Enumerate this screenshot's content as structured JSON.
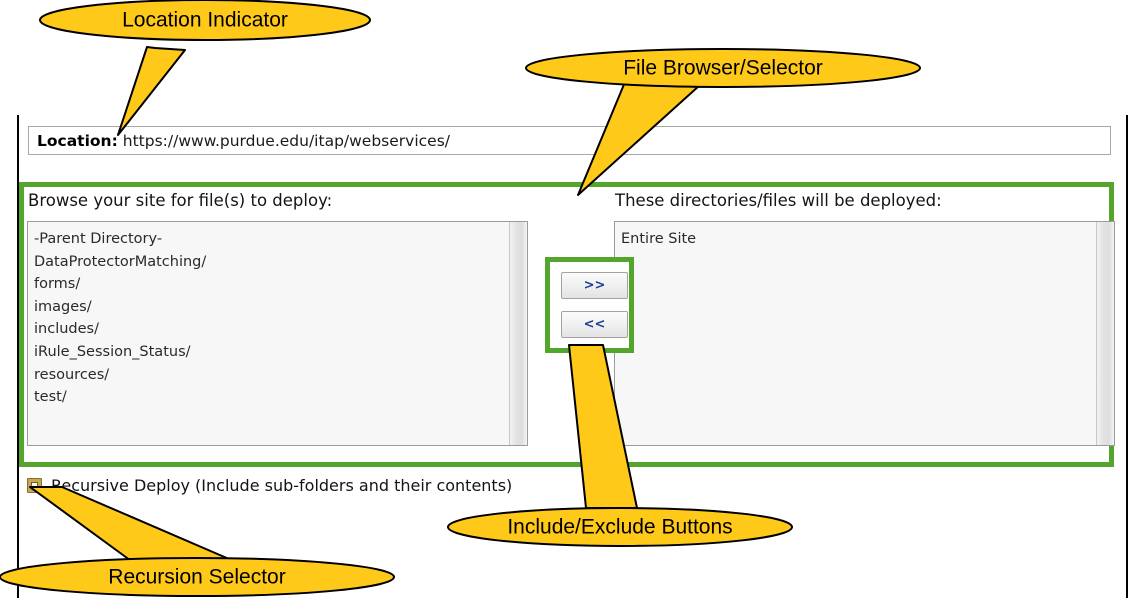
{
  "window": {
    "location": {
      "label": "Location:",
      "value": "https://www.purdue.edu/itap/webservices/"
    },
    "left_panel": {
      "heading": "Browse your site for file(s) to deploy:",
      "items": [
        "-Parent Directory-",
        "DataProtectorMatching/",
        "forms/",
        "images/",
        "includes/",
        "iRule_Session_Status/",
        "resources/",
        "test/"
      ]
    },
    "right_panel": {
      "heading": "These directories/files will be deployed:",
      "items": [
        "Entire Site"
      ]
    },
    "transfer_buttons": {
      "include_label": ">>",
      "exclude_label": "<<"
    },
    "recursive": {
      "label": "Recursive Deploy (Include sub-folders and their contents)",
      "checked": true
    }
  },
  "annotations": {
    "callouts": [
      {
        "text": "Location Indicator"
      },
      {
        "text": "File Browser/Selector"
      },
      {
        "text": "Include/Exclude Buttons"
      },
      {
        "text": "Recursion Selector"
      }
    ]
  },
  "colors": {
    "callout_fill": "#FFC91A",
    "callout_stroke": "#000000",
    "highlight_green": "#53a62b",
    "checkbox_fill": "#c8a951"
  }
}
